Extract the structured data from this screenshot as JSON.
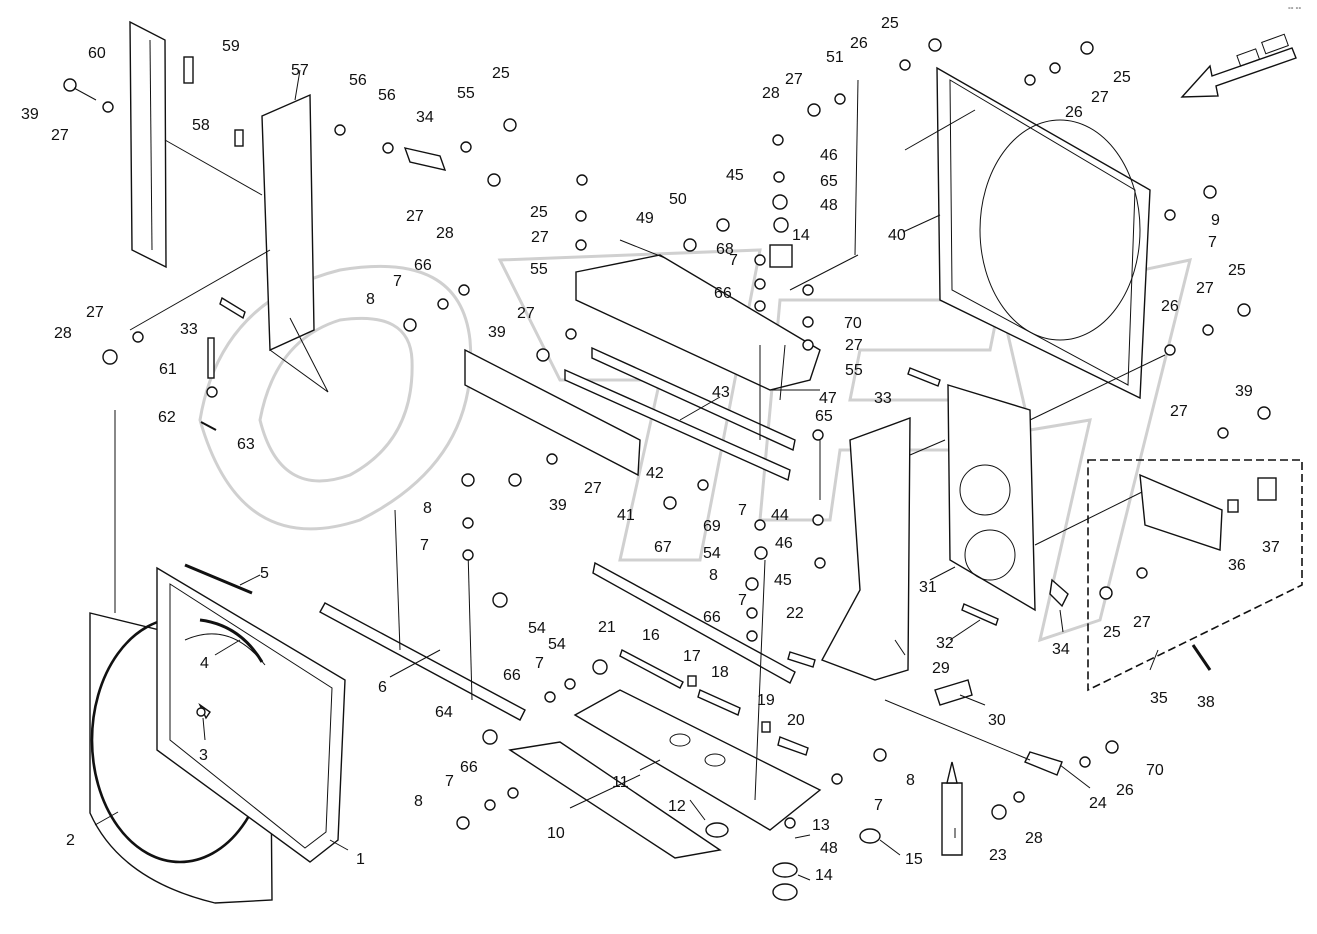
{
  "diagram": {
    "corner_mark": "°° °°",
    "callouts": [
      {
        "id": "c1",
        "text": "1"
      },
      {
        "id": "c2",
        "text": "2"
      },
      {
        "id": "c3",
        "text": "3"
      },
      {
        "id": "c4",
        "text": "4"
      },
      {
        "id": "c5",
        "text": "5"
      },
      {
        "id": "c6",
        "text": "6"
      },
      {
        "id": "c7a",
        "text": "7"
      },
      {
        "id": "c7b",
        "text": "7"
      },
      {
        "id": "c7c",
        "text": "7"
      },
      {
        "id": "c7d",
        "text": "7"
      },
      {
        "id": "c7e",
        "text": "7"
      },
      {
        "id": "c7f",
        "text": "7"
      },
      {
        "id": "c7g",
        "text": "7"
      },
      {
        "id": "c7h",
        "text": "7"
      },
      {
        "id": "c7i",
        "text": "7"
      },
      {
        "id": "c8a",
        "text": "8"
      },
      {
        "id": "c8b",
        "text": "8"
      },
      {
        "id": "c8c",
        "text": "8"
      },
      {
        "id": "c8d",
        "text": "8"
      },
      {
        "id": "c8e",
        "text": "8"
      },
      {
        "id": "c9",
        "text": "9"
      },
      {
        "id": "c10",
        "text": "10"
      },
      {
        "id": "c11",
        "text": "11"
      },
      {
        "id": "c12",
        "text": "12"
      },
      {
        "id": "c13",
        "text": "13"
      },
      {
        "id": "c14a",
        "text": "14"
      },
      {
        "id": "c14b",
        "text": "14"
      },
      {
        "id": "c15",
        "text": "15"
      },
      {
        "id": "c16",
        "text": "16"
      },
      {
        "id": "c17",
        "text": "17"
      },
      {
        "id": "c18",
        "text": "18"
      },
      {
        "id": "c19",
        "text": "19"
      },
      {
        "id": "c20",
        "text": "20"
      },
      {
        "id": "c21",
        "text": "21"
      },
      {
        "id": "c22",
        "text": "22"
      },
      {
        "id": "c23",
        "text": "23"
      },
      {
        "id": "c24",
        "text": "24"
      },
      {
        "id": "c25a",
        "text": "25"
      },
      {
        "id": "c25b",
        "text": "25"
      },
      {
        "id": "c25c",
        "text": "25"
      },
      {
        "id": "c25d",
        "text": "25"
      },
      {
        "id": "c25e",
        "text": "25"
      },
      {
        "id": "c25f",
        "text": "25"
      },
      {
        "id": "c26a",
        "text": "26"
      },
      {
        "id": "c26b",
        "text": "26"
      },
      {
        "id": "c26c",
        "text": "26"
      },
      {
        "id": "c26d",
        "text": "26"
      },
      {
        "id": "c27a",
        "text": "27"
      },
      {
        "id": "c27b",
        "text": "27"
      },
      {
        "id": "c27c",
        "text": "27"
      },
      {
        "id": "c27d",
        "text": "27"
      },
      {
        "id": "c27e",
        "text": "27"
      },
      {
        "id": "c27f",
        "text": "27"
      },
      {
        "id": "c27g",
        "text": "27"
      },
      {
        "id": "c27h",
        "text": "27"
      },
      {
        "id": "c27i",
        "text": "27"
      },
      {
        "id": "c27j",
        "text": "27"
      },
      {
        "id": "c27k",
        "text": "27"
      },
      {
        "id": "c27l",
        "text": "27"
      },
      {
        "id": "c28a",
        "text": "28"
      },
      {
        "id": "c28b",
        "text": "28"
      },
      {
        "id": "c28c",
        "text": "28"
      },
      {
        "id": "c28d",
        "text": "28"
      },
      {
        "id": "c29",
        "text": "29"
      },
      {
        "id": "c30",
        "text": "30"
      },
      {
        "id": "c31",
        "text": "31"
      },
      {
        "id": "c32",
        "text": "32"
      },
      {
        "id": "c33a",
        "text": "33"
      },
      {
        "id": "c33b",
        "text": "33"
      },
      {
        "id": "c34a",
        "text": "34"
      },
      {
        "id": "c34b",
        "text": "34"
      },
      {
        "id": "c35",
        "text": "35"
      },
      {
        "id": "c36",
        "text": "36"
      },
      {
        "id": "c37",
        "text": "37"
      },
      {
        "id": "c38",
        "text": "38"
      },
      {
        "id": "c39a",
        "text": "39"
      },
      {
        "id": "c39b",
        "text": "39"
      },
      {
        "id": "c39c",
        "text": "39"
      },
      {
        "id": "c39d",
        "text": "39"
      },
      {
        "id": "c40",
        "text": "40"
      },
      {
        "id": "c41",
        "text": "41"
      },
      {
        "id": "c42",
        "text": "42"
      },
      {
        "id": "c43",
        "text": "43"
      },
      {
        "id": "c44",
        "text": "44"
      },
      {
        "id": "c45a",
        "text": "45"
      },
      {
        "id": "c45b",
        "text": "45"
      },
      {
        "id": "c46a",
        "text": "46"
      },
      {
        "id": "c46b",
        "text": "46"
      },
      {
        "id": "c47",
        "text": "47"
      },
      {
        "id": "c48a",
        "text": "48"
      },
      {
        "id": "c48b",
        "text": "48"
      },
      {
        "id": "c49",
        "text": "49"
      },
      {
        "id": "c50",
        "text": "50"
      },
      {
        "id": "c51",
        "text": "51"
      },
      {
        "id": "c54a",
        "text": "54"
      },
      {
        "id": "c54b",
        "text": "54"
      },
      {
        "id": "c54c",
        "text": "54"
      },
      {
        "id": "c55a",
        "text": "55"
      },
      {
        "id": "c55b",
        "text": "55"
      },
      {
        "id": "c55c",
        "text": "55"
      },
      {
        "id": "c56a",
        "text": "56"
      },
      {
        "id": "c56b",
        "text": "56"
      },
      {
        "id": "c57",
        "text": "57"
      },
      {
        "id": "c58",
        "text": "58"
      },
      {
        "id": "c59",
        "text": "59"
      },
      {
        "id": "c60",
        "text": "60"
      },
      {
        "id": "c61",
        "text": "61"
      },
      {
        "id": "c62",
        "text": "62"
      },
      {
        "id": "c63",
        "text": "63"
      },
      {
        "id": "c64",
        "text": "64"
      },
      {
        "id": "c65a",
        "text": "65"
      },
      {
        "id": "c65b",
        "text": "65"
      },
      {
        "id": "c66a",
        "text": "66"
      },
      {
        "id": "c66b",
        "text": "66"
      },
      {
        "id": "c66c",
        "text": "66"
      },
      {
        "id": "c66d",
        "text": "66"
      },
      {
        "id": "c66e",
        "text": "66"
      },
      {
        "id": "c67",
        "text": "67"
      },
      {
        "id": "c68",
        "text": "68"
      },
      {
        "id": "c69",
        "text": "69"
      },
      {
        "id": "c70a",
        "text": "70"
      },
      {
        "id": "c70b",
        "text": "70"
      }
    ]
  }
}
